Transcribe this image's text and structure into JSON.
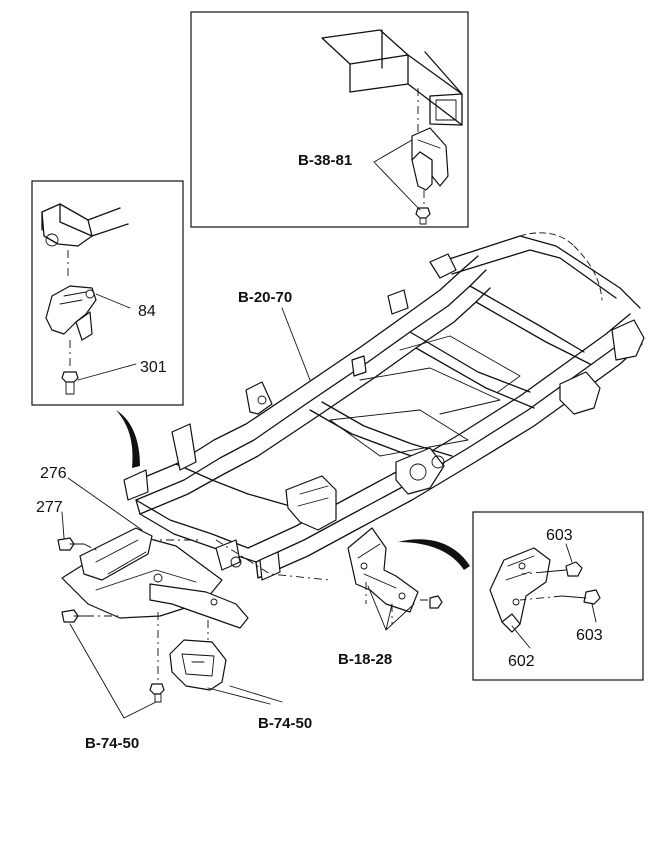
{
  "labels": {
    "b3881": "B-38-81",
    "b2070": "B-20-70",
    "b1828": "B-18-28",
    "b7450_left": "B-74-50",
    "b7450_right": "B-74-50"
  },
  "parts": {
    "p84": "84",
    "p301": "301",
    "p276": "276",
    "p277": "277",
    "p603_top": "603",
    "p603_bottom": "603",
    "p602": "602"
  }
}
